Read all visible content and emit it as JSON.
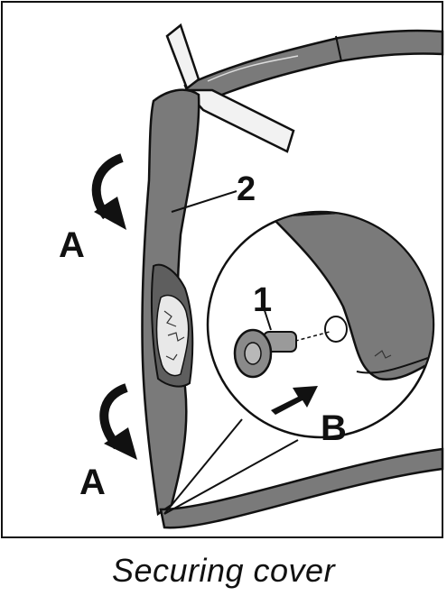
{
  "figure": {
    "caption": "Securing cover",
    "callouts": {
      "part_1": "1",
      "part_2": "2",
      "direction_a_upper": "A",
      "direction_a_lower": "A",
      "direction_b": "B"
    }
  },
  "colors": {
    "line": "#111111",
    "cover_fill": "#7a7a7a",
    "cover_dark": "#5e5e5e",
    "background": "#ffffff"
  }
}
